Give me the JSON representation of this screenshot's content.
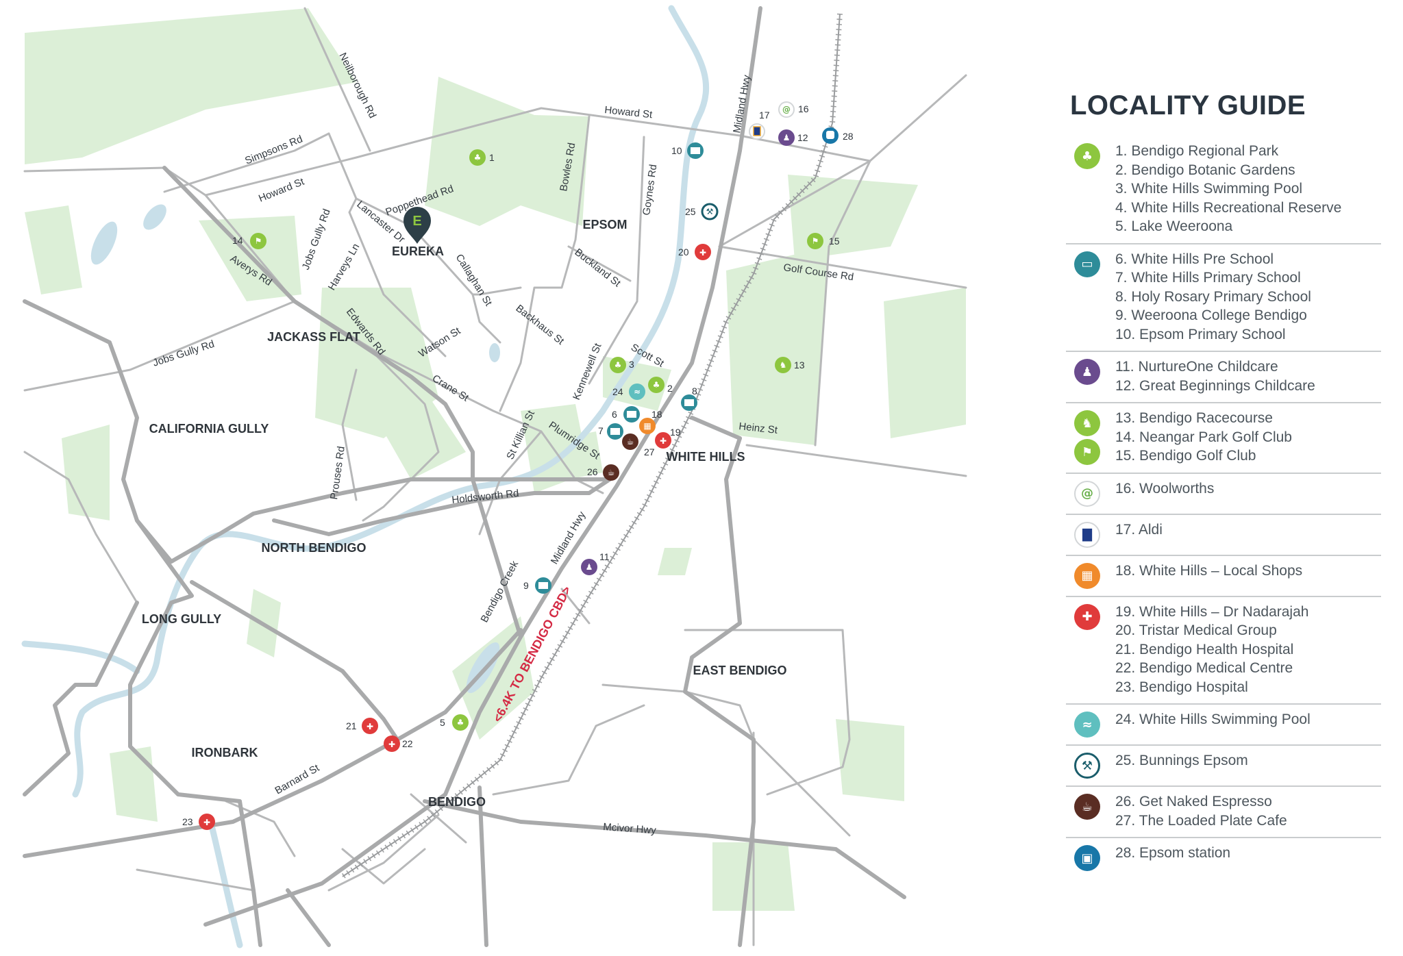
{
  "map": {
    "suburbs": [
      "EUREKA",
      "EPSOM",
      "JACKASS FLAT",
      "CALIFORNIA GULLY",
      "NORTH BENDIGO",
      "WHITE HILLS",
      "LONG GULLY",
      "EAST BENDIGO",
      "IRONBARK",
      "BENDIGO"
    ],
    "roads": [
      "Neilborough Rd",
      "Simpsons Rd",
      "Howard St",
      "Howard St",
      "Poppethead Rd",
      "Lancaster Dr",
      "Bowles Rd",
      "Goynes Rd",
      "Midland Hwy",
      "Jobs Gully Rd",
      "Harveys Ln",
      "Averys Rd",
      "Callaghan St",
      "Buckland St",
      "Golf Course Rd",
      "Backhaus St",
      "Edwards Rd",
      "Watson St",
      "Jobs Gully Rd",
      "Scott St",
      "Kennewell St",
      "Crane St",
      "St Killian St",
      "Plumridge St",
      "Heinz St",
      "Prouses Rd",
      "Holdsworth Rd",
      "Midland Hwy",
      "Bendigo Creek",
      "Barnard St",
      "Mcivor Hwy"
    ],
    "cbd_label": "<6.4K TO BENDIGO CBD>",
    "marker_letter": "E",
    "pin_numbers": [
      "1",
      "2",
      "3",
      "5",
      "6",
      "7",
      "8",
      "9",
      "10",
      "11",
      "12",
      "13",
      "14",
      "15",
      "16",
      "17",
      "18",
      "19",
      "20",
      "21",
      "22",
      "23",
      "24",
      "25",
      "26",
      "27",
      "28"
    ]
  },
  "colors": {
    "park": "#dcefd7",
    "road": "#a9aaab",
    "water": "#c8dfe9",
    "nature": "#8dc63f",
    "education": "#2e8c99",
    "childcare": "#6a4b8e",
    "medical": "#e03b3b",
    "shops": "#f08a2b",
    "swim": "#5fbfbf",
    "bunnings": "#1a5d6b",
    "cafe": "#5a2d23",
    "station": "#1877a8",
    "cbd": "#d42a44"
  },
  "legend": {
    "title": "LOCALITY GUIDE",
    "groups": [
      {
        "icons": [
          "tree-icon"
        ],
        "items": [
          "1. Bendigo Regional Park",
          "2. Bendigo Botanic Gardens",
          "3. White Hills Swimming Pool",
          "4. White Hills Recreational Reserve",
          "5. Lake Weeroona"
        ]
      },
      {
        "icons": [
          "book-icon"
        ],
        "items": [
          "6. White Hills Pre School",
          "7. White Hills Primary School",
          "8. Holy Rosary Primary School",
          "9. Weeroona College Bendigo",
          "10. Epsom Primary School"
        ]
      },
      {
        "icons": [
          "childcare-icon"
        ],
        "items": [
          "11. NurtureOne Childcare",
          "12. Great Beginnings Childcare"
        ]
      },
      {
        "icons": [
          "horse-icon",
          "golf-icon"
        ],
        "items": [
          "13. Bendigo Racecourse",
          "14. Neangar Park Golf Club",
          "15. Bendigo Golf Club"
        ]
      },
      {
        "icons": [
          "woolworths-icon"
        ],
        "items": [
          "16. Woolworths"
        ]
      },
      {
        "icons": [
          "aldi-icon"
        ],
        "items": [
          "17. Aldi"
        ]
      },
      {
        "icons": [
          "basket-icon"
        ],
        "items": [
          "18. White Hills – Local Shops"
        ]
      },
      {
        "icons": [
          "medical-cross-icon"
        ],
        "items": [
          "19. White Hills – Dr Nadarajah",
          "20. Tristar Medical Group",
          "21. Bendigo Health Hospital",
          "22. Bendigo Medical Centre",
          "23. Bendigo Hospital"
        ]
      },
      {
        "icons": [
          "swimmer-icon"
        ],
        "items": [
          "24. White Hills Swimming Pool"
        ]
      },
      {
        "icons": [
          "hammer-icon"
        ],
        "items": [
          "25. Bunnings Epsom"
        ]
      },
      {
        "icons": [
          "coffee-icon"
        ],
        "items": [
          "26. Get Naked Espresso",
          "27. The Loaded Plate Cafe"
        ]
      },
      {
        "icons": [
          "train-icon"
        ],
        "items": [
          "28. Epsom station"
        ]
      }
    ]
  }
}
